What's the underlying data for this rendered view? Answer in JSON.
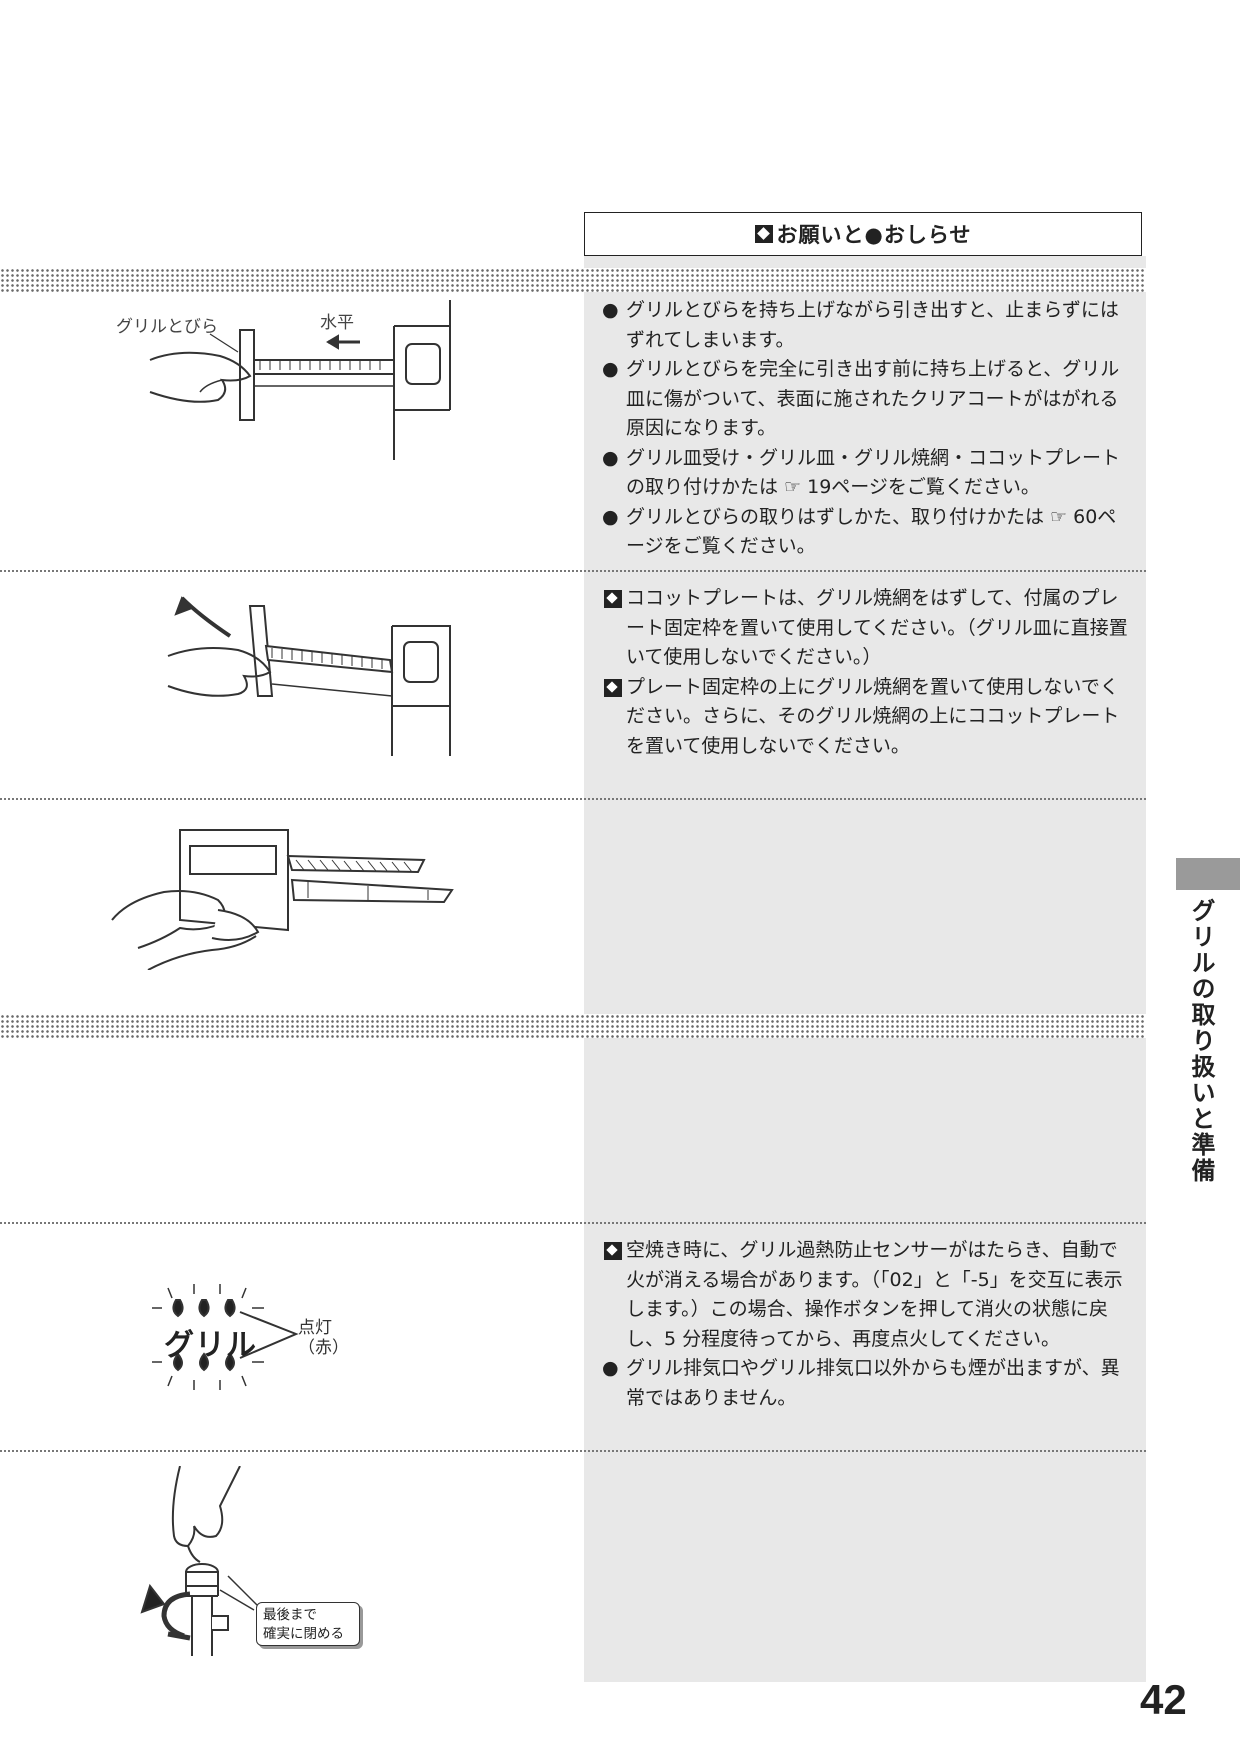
{
  "header": {
    "title": "お願いと●おしらせ"
  },
  "sections": [
    {
      "notes": [
        {
          "marker": "●",
          "text": "グリルとびらを持ち上げながら引き出すと、止まらずにはずれてしまいます。"
        },
        {
          "marker": "●",
          "text": "グリルとびらを完全に引き出す前に持ち上げると、グリル皿に傷がついて、表面に施されたクリアコートがはがれる原因になります。"
        },
        {
          "marker": "●",
          "text": "グリル皿受け・グリル皿・グリル焼網・ココットプレートの取り付けかたは ☞ 19ページをご覧ください。"
        },
        {
          "marker": "●",
          "text": "グリルとびらの取りはずしかた、取り付けかたは ☞ 60ページをご覧ください。"
        }
      ],
      "labels": {
        "door": "グリルとびら",
        "horizontal": "水平"
      }
    },
    {
      "notes": [
        {
          "marker": "diamond",
          "text": "ココットプレートは、グリル焼網をはずして、付属のプレート固定枠を置いて使用してください。（グリル皿に直接置いて使用しないでください。）"
        },
        {
          "marker": "diamond",
          "text": "プレート固定枠の上にグリル焼網を置いて使用しないでください。さらに、そのグリル焼網の上にココットプレートを置いて使用しないでください。"
        }
      ]
    },
    {
      "notes": [
        {
          "marker": "diamond",
          "text": "空焼き時に、グリル過熱防止センサーがはたらき、自動で火が消える場合があります。（「02」と「-5」を交互に表示します。）この場合、操作ボタンを押して消火の状態に戻し、5 分程度待ってから、再度点火してください。"
        },
        {
          "marker": "●",
          "text": "グリル排気口やグリル排気口以外からも煙が出ますが、異常ではありません。"
        }
      ],
      "labels": {
        "grill": "グリル",
        "lamp_line1": "点灯",
        "lamp_line2": "（赤）"
      }
    },
    {
      "labels": {
        "callout_line1": "最後まで",
        "callout_line2": "確実に閉める"
      }
    }
  ],
  "side_title": "グリルの取り扱いと準備",
  "page_number": "42"
}
